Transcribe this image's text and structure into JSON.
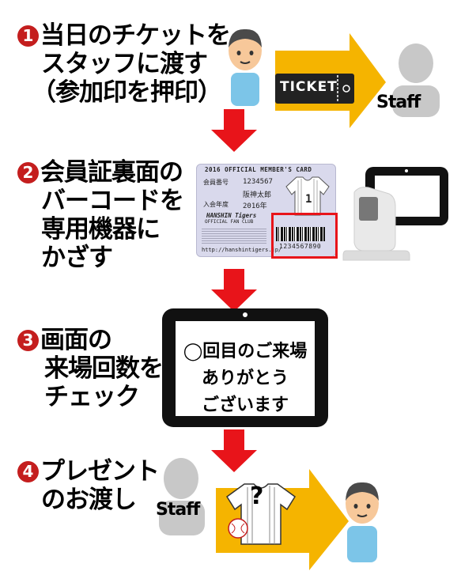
{
  "steps": [
    {
      "number": "1",
      "lines": [
        "当日のチケットを",
        "スタッフに渡す",
        "（参加印を押印）"
      ]
    },
    {
      "number": "2",
      "lines": [
        "会員証裏面の",
        "バーコードを",
        "専用機器に",
        "かざす"
      ]
    },
    {
      "number": "3",
      "lines": [
        "画面の",
        "来場回数を",
        "チェック"
      ]
    },
    {
      "number": "4",
      "lines": [
        "プレゼント",
        "のお渡し"
      ]
    }
  ],
  "ticket": {
    "label": "TICKET"
  },
  "staff": {
    "label_top": "Staff",
    "label_bottom": "Staff"
  },
  "card": {
    "header": "2016 OFFICIAL MEMBER'S CARD",
    "member_no_label": "会員番号",
    "member_no": "1234567",
    "name": "阪神太郎",
    "join_label": "入会年度",
    "join_year": "2016年",
    "brand_line1": "HANSHIN Tigers",
    "brand_line2": "OFFICIAL FAN CLUB",
    "url": "http://hanshintigers.jp/",
    "barcode_number": "1234567890",
    "jersey_number": "1"
  },
  "tablet_screen": {
    "lines": [
      "◯回目のご来場",
      "ありがとう",
      "ございます"
    ]
  },
  "gift": {
    "mark": "?"
  },
  "colors": {
    "arrow_red": "#e8141a",
    "arrow_yellow": "#f5b400",
    "badge_red": "#c41e1e",
    "person_blue": "#7cc5e8",
    "person_skin": "#f7c89a",
    "staff_gray": "#c8c8c8"
  }
}
